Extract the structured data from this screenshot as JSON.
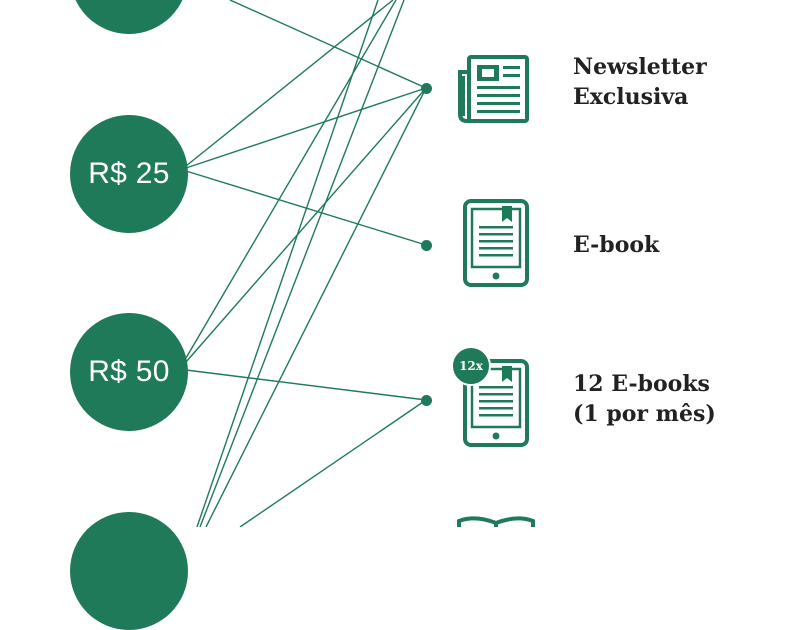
{
  "tiers": [
    {
      "id": "top",
      "label": ""
    },
    {
      "id": "rs25",
      "label": "R$ 25"
    },
    {
      "id": "rs50",
      "label": "R$ 50"
    },
    {
      "id": "bottom",
      "label": ""
    }
  ],
  "rewards": [
    {
      "id": "newsletter",
      "label": "Newsletter\nExclusiva",
      "icon": "newspaper-icon"
    },
    {
      "id": "ebook",
      "label": "E-book",
      "icon": "tablet-ebook-icon"
    },
    {
      "id": "ebooks12",
      "label": "12 E-books\n(1 por mês)",
      "icon": "tablet-ebook-icon",
      "badge": "12x"
    },
    {
      "id": "book",
      "label": "",
      "icon": "open-book-icon"
    }
  ],
  "connections": [
    {
      "from": "top",
      "to": "newsletter"
    },
    {
      "from": "rs25",
      "to": "newsletter"
    },
    {
      "from": "rs25",
      "to": "ebook"
    },
    {
      "from": "rs50",
      "to": "newsletter"
    },
    {
      "from": "rs50",
      "to": "ebooks12"
    },
    {
      "from": "bottom",
      "to": "newsletter"
    },
    {
      "from": "bottom",
      "to": "ebooks12"
    }
  ],
  "colors": {
    "accent": "#1f7a5a",
    "text": "#222222",
    "background": "#ffffff"
  }
}
